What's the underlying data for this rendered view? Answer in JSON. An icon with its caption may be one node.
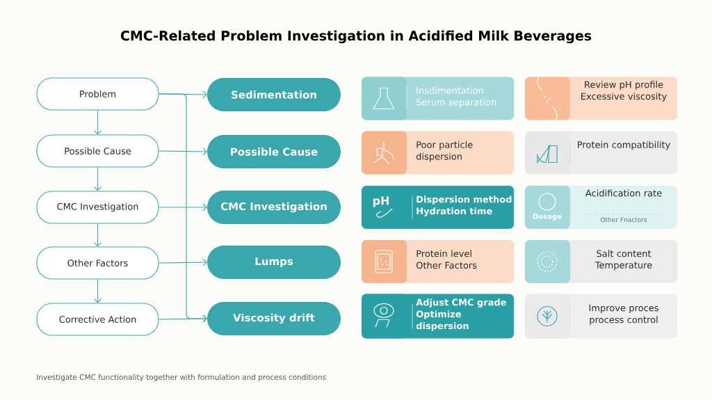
{
  "diagram": {
    "title": "CMC-Related Problem Investigation in Acidified Milk Beverages",
    "caption": "Investigate CMC functionality together with formulation and process conditions",
    "nodes": [
      {
        "text": [
          "Problem"
        ]
      },
      {
        "text": [
          "Possible Cause"
        ]
      },
      {
        "text": [
          "CMC Investigation"
        ]
      },
      {
        "text": [
          "Other Factors"
        ]
      },
      {
        "text": [
          "Corrective Action"
        ]
      },
      {
        "text": [
          "Sedimentation"
        ]
      },
      {
        "text": [
          "Possible Cause"
        ]
      },
      {
        "text": [
          "CMC Investigation"
        ]
      },
      {
        "text": [
          "Lumps"
        ]
      },
      {
        "text": [
          "Viscosity drift"
        ]
      },
      {
        "text": [
          "Insdimentation",
          "Serum separation"
        ]
      },
      {
        "text": [
          "Review pH profile",
          "Excessive viscosity"
        ]
      },
      {
        "text": [
          "Poor particle dispersion"
        ]
      },
      {
        "text": [
          "Protein compatibility"
        ]
      },
      {
        "text": [
          "pH",
          "Dispersion method",
          "Hydration time"
        ]
      },
      {
        "text": [
          "Dosage",
          "Acidification rate",
          "Other Fnactors"
        ]
      },
      {
        "text": [
          "Protein level",
          "Other Factors"
        ]
      },
      {
        "text": [
          "Salt content",
          "Temperature"
        ]
      },
      {
        "text": [
          "Adjust CMC grade",
          "Optimize dispersion"
        ]
      },
      {
        "text": [
          "Improve proces process control"
        ]
      }
    ],
    "edges": [
      {
        "from": 0,
        "to": 1,
        "arrow": "to"
      },
      {
        "from": 1,
        "to": 2,
        "arrow": "to"
      },
      {
        "from": 2,
        "to": 3,
        "arrow": "to"
      },
      {
        "from": 3,
        "to": 4,
        "arrow": "to"
      },
      {
        "from": 0,
        "to": 5,
        "arrow": "to"
      },
      {
        "from": 1,
        "to": 6,
        "arrow": "to"
      },
      {
        "from": 2,
        "to": 7,
        "arrow": "to"
      },
      {
        "from": 3,
        "to": 8,
        "arrow": "to"
      },
      {
        "from": 4,
        "to": 9,
        "arrow": "to"
      },
      {
        "from": 0,
        "to": 9,
        "arrow": "to"
      }
    ]
  }
}
